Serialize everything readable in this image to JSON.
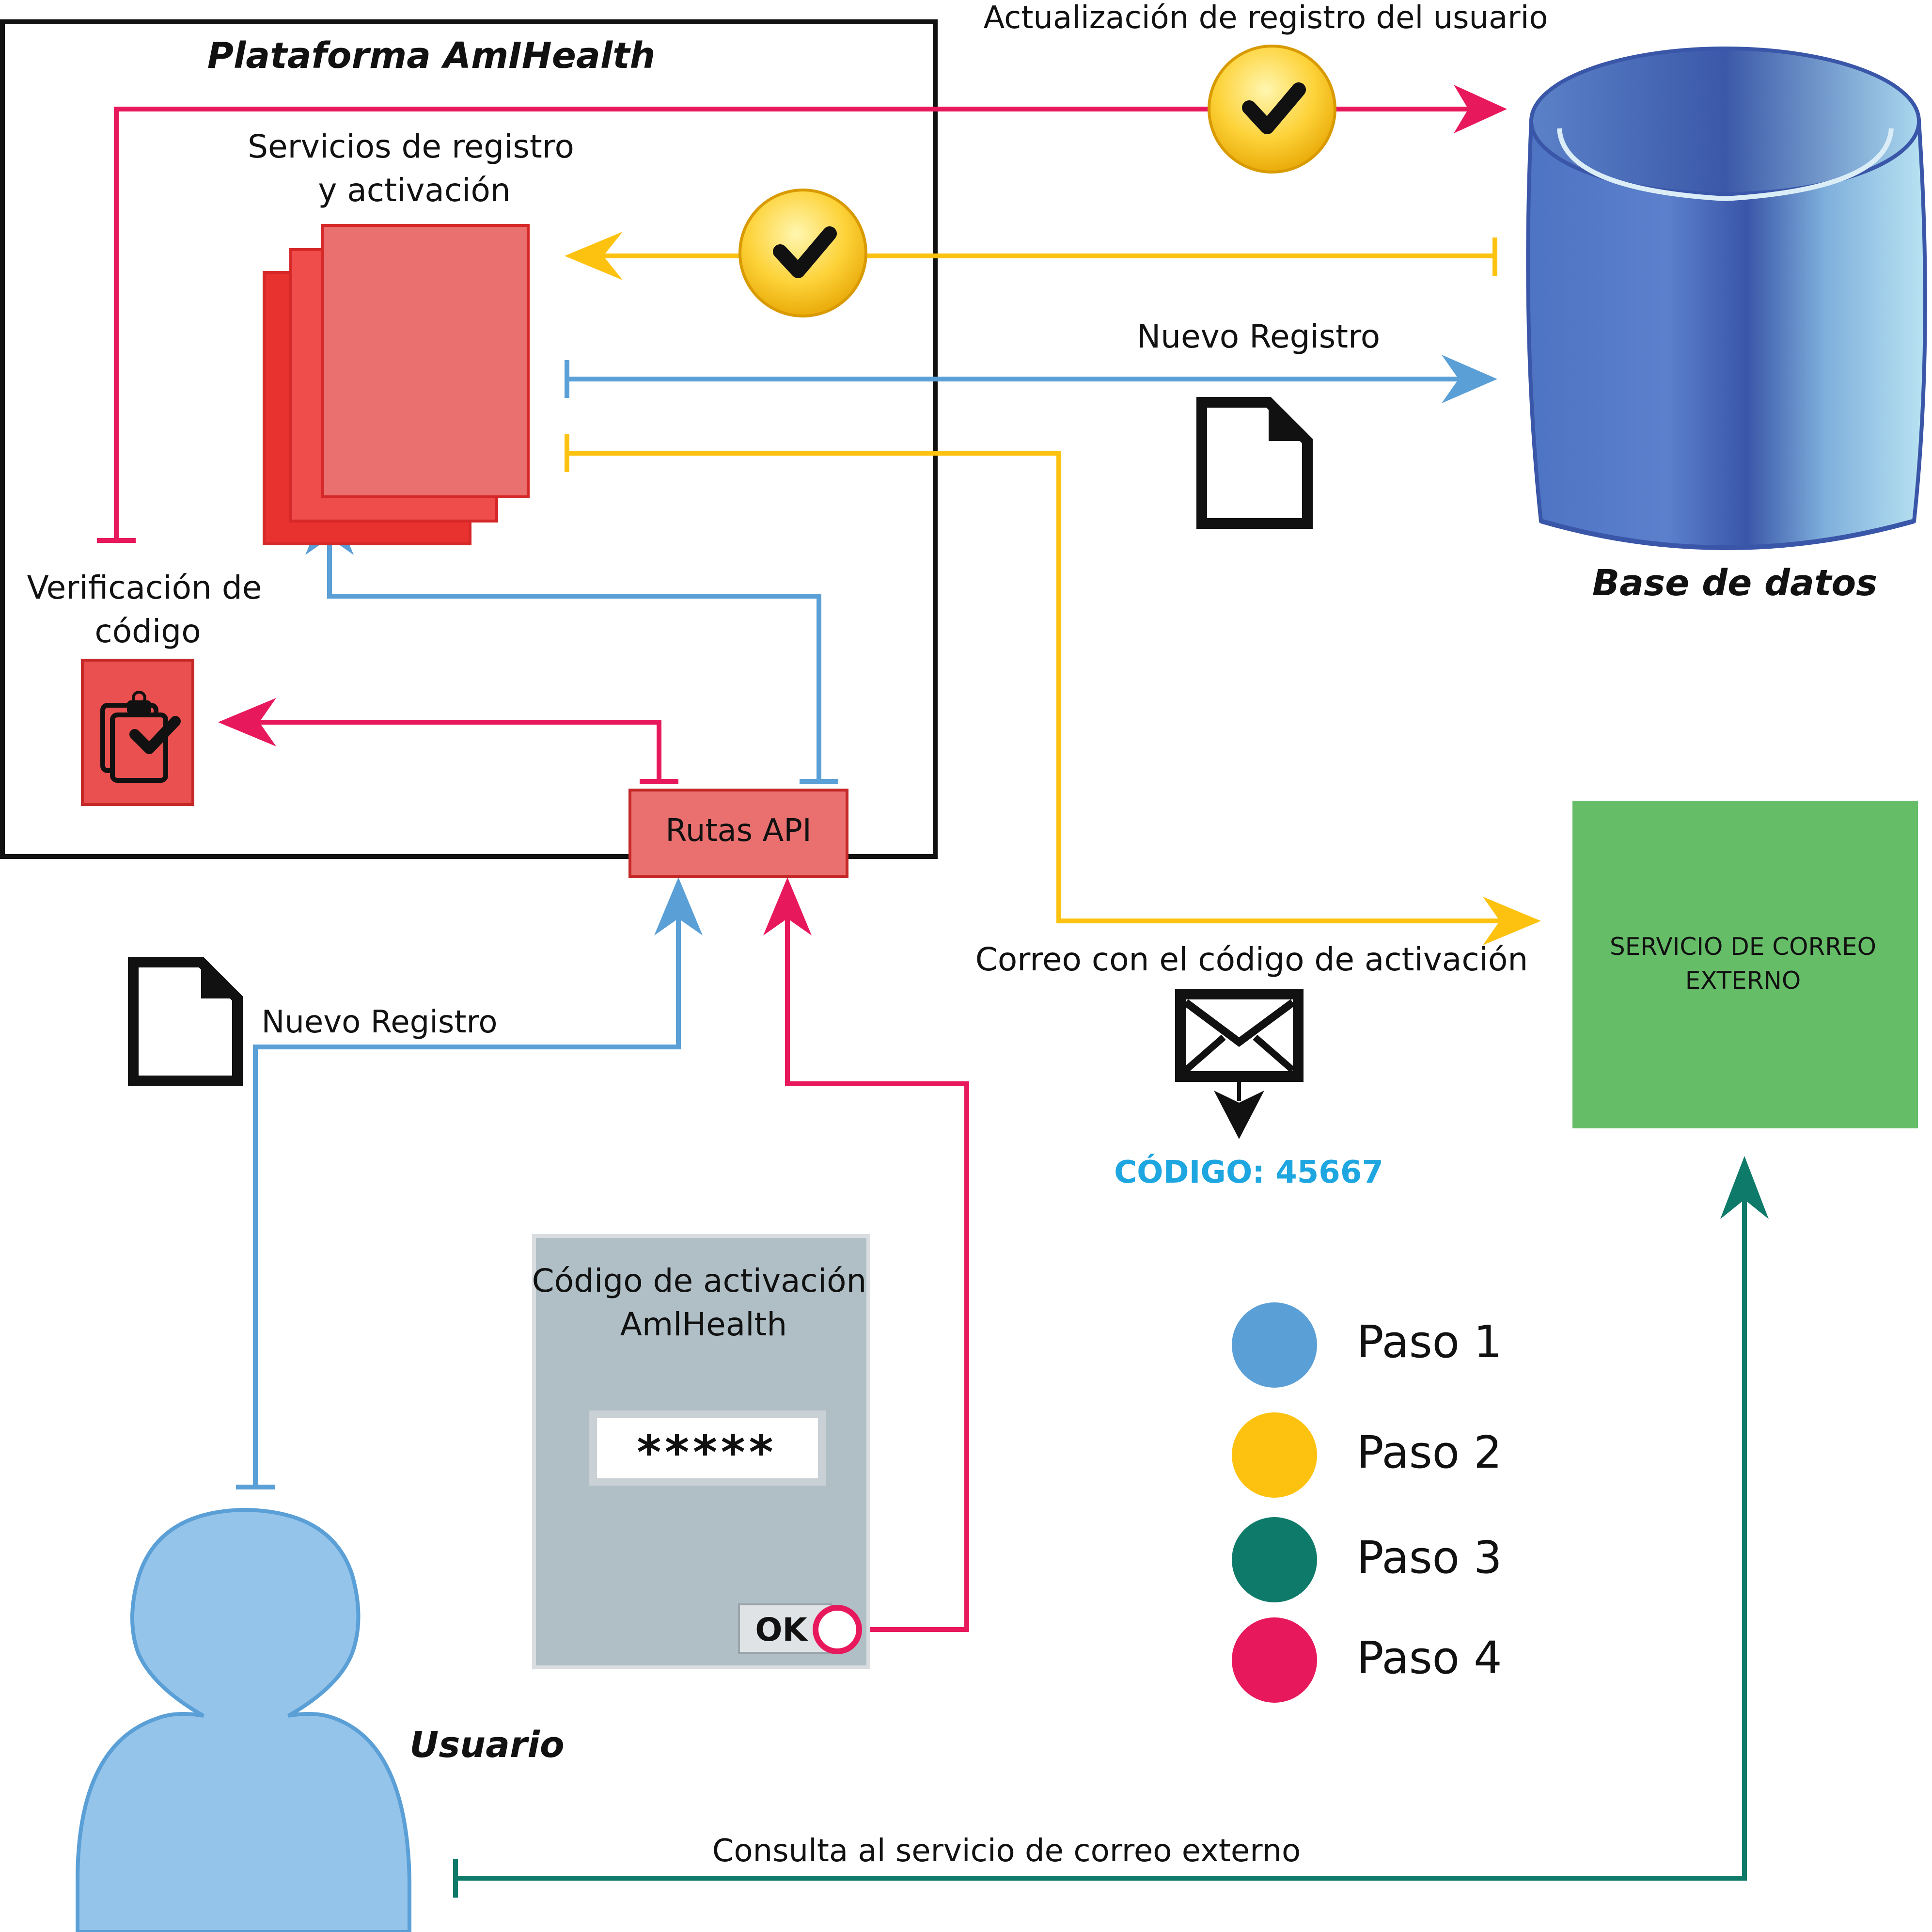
{
  "colors": {
    "paso1": "#5a9fd6",
    "paso2": "#fdc20f",
    "paso3": "#0e7b6a",
    "paso4": "#e8185c",
    "red_box": "#e9706f",
    "green_box": "#66bd68",
    "panel_gray": "#b0bec5"
  },
  "platform": {
    "title": "Plataforma AmIHealth"
  },
  "services": {
    "label_line1": "Servicios de registro",
    "label_line2": "y activación"
  },
  "verification": {
    "label_line1": "Verificación de",
    "label_line2": "código",
    "icon": "clipboard-check-icon"
  },
  "api": {
    "label": "Rutas API"
  },
  "database": {
    "label": "Base de datos",
    "icon": "database-cylinder-icon"
  },
  "db_update": {
    "label": "Actualización de registro del usuario"
  },
  "new_record_db": {
    "label": "Nuevo Registro"
  },
  "new_record_user": {
    "label": "Nuevo Registro"
  },
  "email_service": {
    "label_line1": "SERVICIO DE CORREO",
    "label_line2": "EXTERNO"
  },
  "email": {
    "label": "Correo con el código de activación",
    "code": "CÓDIGO: 45667",
    "icon": "envelope-icon"
  },
  "activation_panel": {
    "title_line1": "Código de activación",
    "title_line2": "AmlHealth",
    "input_value": "*****",
    "ok_label": "OK"
  },
  "user": {
    "label": "Usuario",
    "icon": "user-icon"
  },
  "consult": {
    "label": "Consulta al servicio de correo externo"
  },
  "legend": [
    {
      "label": "Paso 1",
      "color": "#5a9fd6"
    },
    {
      "label": "Paso 2",
      "color": "#fdc20f"
    },
    {
      "label": "Paso 3",
      "color": "#0e7b6a"
    },
    {
      "label": "Paso 4",
      "color": "#e8185c"
    }
  ]
}
